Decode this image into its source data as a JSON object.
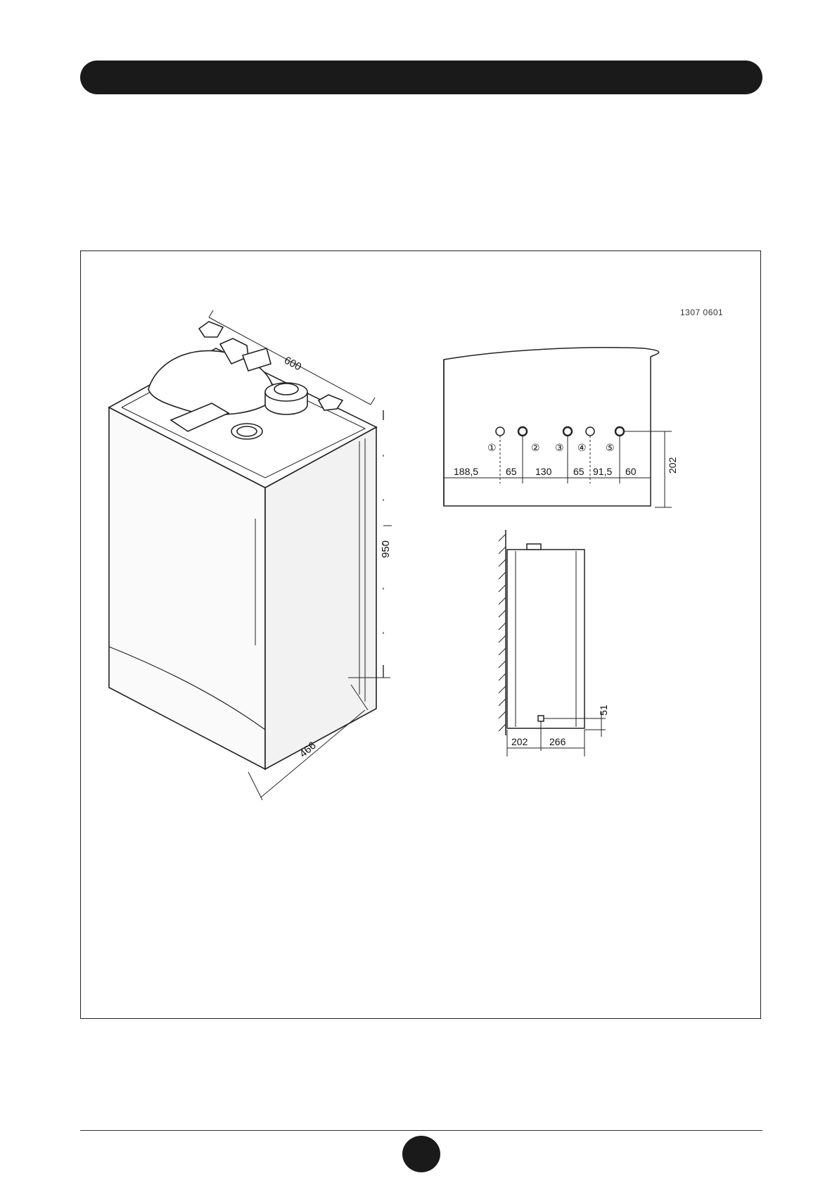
{
  "figure": {
    "drawing_id": "1307 0601",
    "isometric_view": {
      "width_dim": "600",
      "height_dim": "950",
      "depth_dim": "466"
    },
    "bottom_view": {
      "connections": [
        "①",
        "②",
        "③",
        "④",
        "⑤"
      ],
      "spacings": [
        "188,5",
        "65",
        "130",
        "65",
        "91,5",
        "60"
      ],
      "depth_dim": "202"
    },
    "side_view": {
      "height_dim": "51",
      "wall_dim": "202",
      "depth_dim": "266"
    }
  }
}
